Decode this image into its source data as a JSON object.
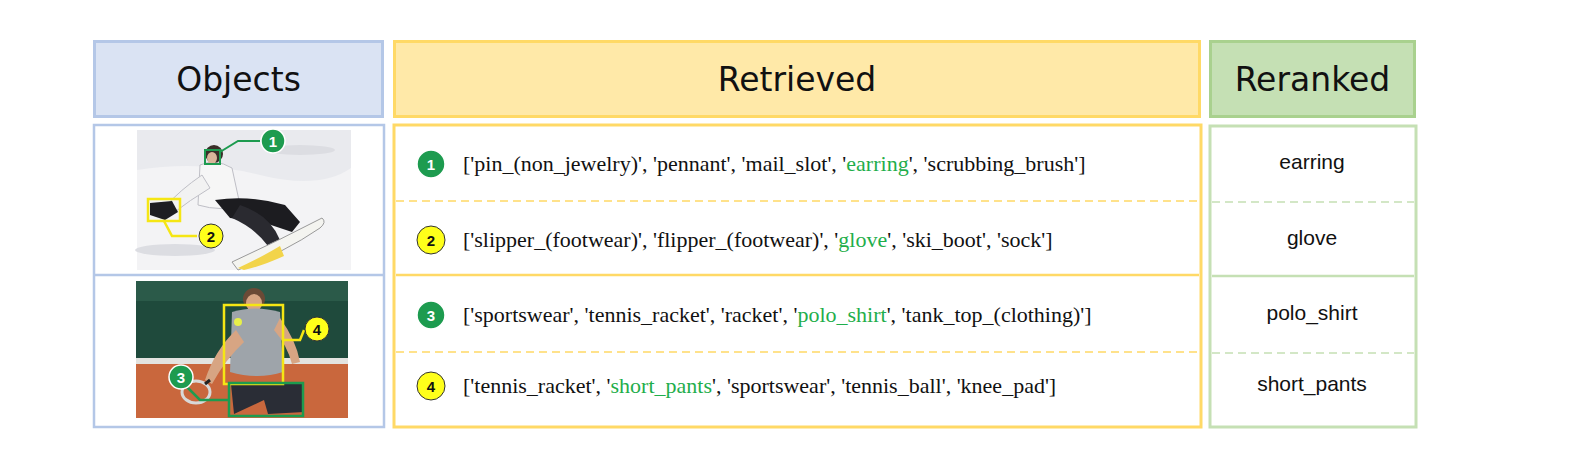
{
  "diagram": {
    "nodes": [
      {
        "text": [
          "Objects"
        ]
      },
      {
        "text": [
          "Retrieved"
        ]
      },
      {
        "text": [
          "Reranked"
        ]
      },
      {
        "text": [
          "1"
        ]
      },
      {
        "text": [
          "2"
        ]
      },
      {
        "text": [
          "3"
        ]
      },
      {
        "text": [
          "4"
        ]
      },
      {
        "text": [
          "1"
        ]
      },
      {
        "text": [
          "2"
        ]
      },
      {
        "text": [
          "3"
        ]
      },
      {
        "text": [
          "4"
        ]
      }
    ],
    "edges": [],
    "labels": [
      "['pin_(non_jewelry)', 'pennant', 'mail_slot', 'earring', 'scrubbing_brush']",
      "['slipper_(footwear)', 'flipper_(footwear)', 'glove', 'ski_boot', 'sock']",
      "['sportswear', 'tennis_racket', 'racket', 'polo_shirt', 'tank_top_(clothing)']",
      "['tennis_racket', 'short_pants', 'sportswear', 'tennis_ball', 'knee_pad']",
      "earring",
      "glove",
      "polo_shirt",
      "short_pants"
    ]
  }
}
